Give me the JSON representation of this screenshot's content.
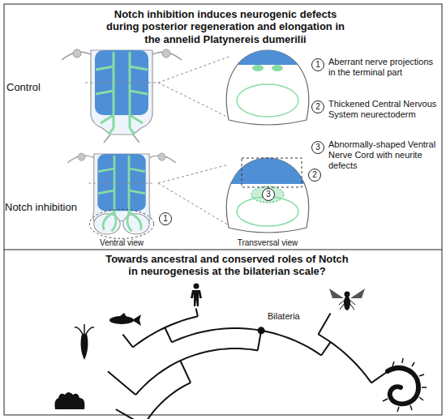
{
  "diagram": {
    "title": "Notch inhibition induces neurogenic defects during posterior regeneration and elongation in the annelid Platynereis dumerilii",
    "labels": [
      "Control",
      "Notch inhibition",
      "Ventral view",
      "Transversal view",
      "1",
      "Aberrant nerve projections in the terminal part",
      "2",
      "Thickened Central Nervous System neurectoderm",
      "3",
      "Abnormally-shaped Ventral Nerve Cord with neurite defects",
      "1",
      "2",
      "3",
      "Towards ancestral and conserved roles of Notch in neurogenesis at the bilaterian scale?",
      "Bilateria"
    ]
  }
}
